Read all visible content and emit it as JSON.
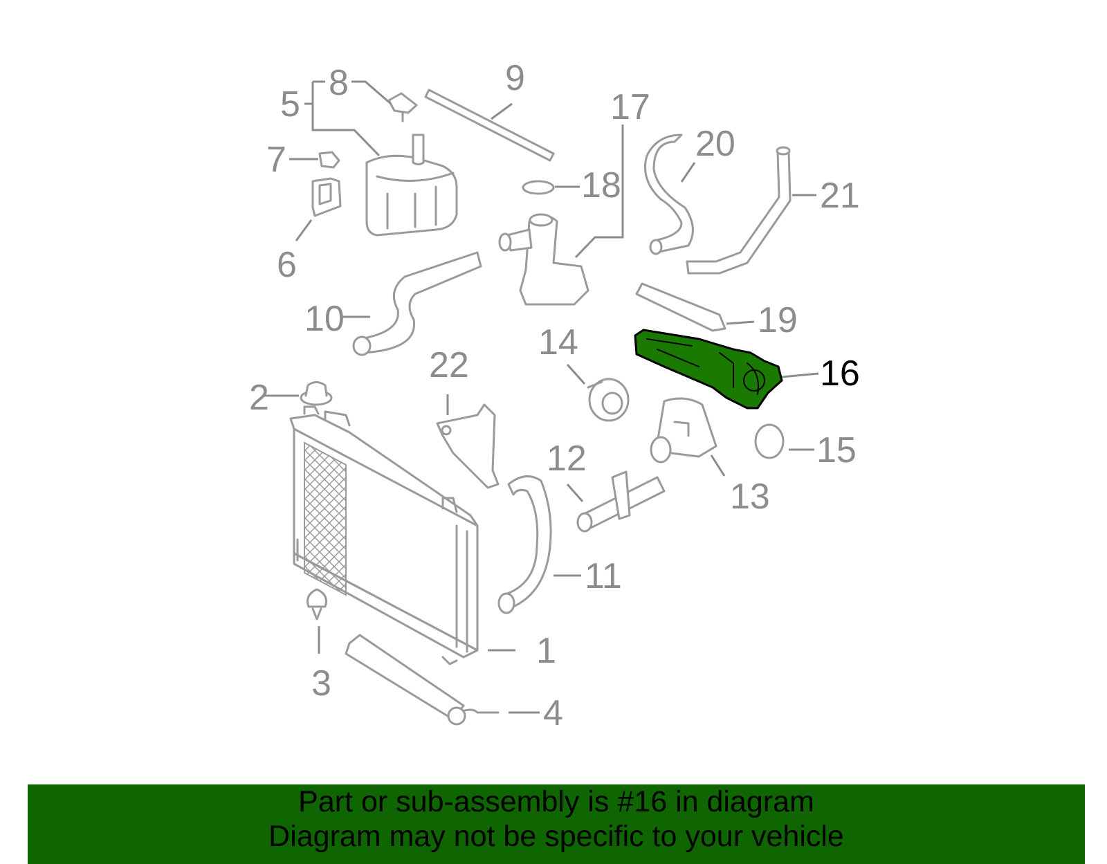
{
  "diagram": {
    "highlight_color": "#1a7a00",
    "part_color": "#9a9a9a",
    "labels": {
      "p1": "1",
      "p2": "2",
      "p3": "3",
      "p4": "4",
      "p5": "5",
      "p6": "6",
      "p7": "7",
      "p8": "8",
      "p9": "9",
      "p10": "10",
      "p11": "11",
      "p12": "12",
      "p13": "13",
      "p14": "14",
      "p15": "15",
      "p16": "16",
      "p17": "17",
      "p18": "18",
      "p19": "19",
      "p20": "20",
      "p21": "21",
      "p22": "22"
    }
  },
  "banner": {
    "background": "#0f6600",
    "line1": "Part or sub-assembly is #16 in diagram",
    "line2": "Diagram may not be specific to your vehicle"
  }
}
